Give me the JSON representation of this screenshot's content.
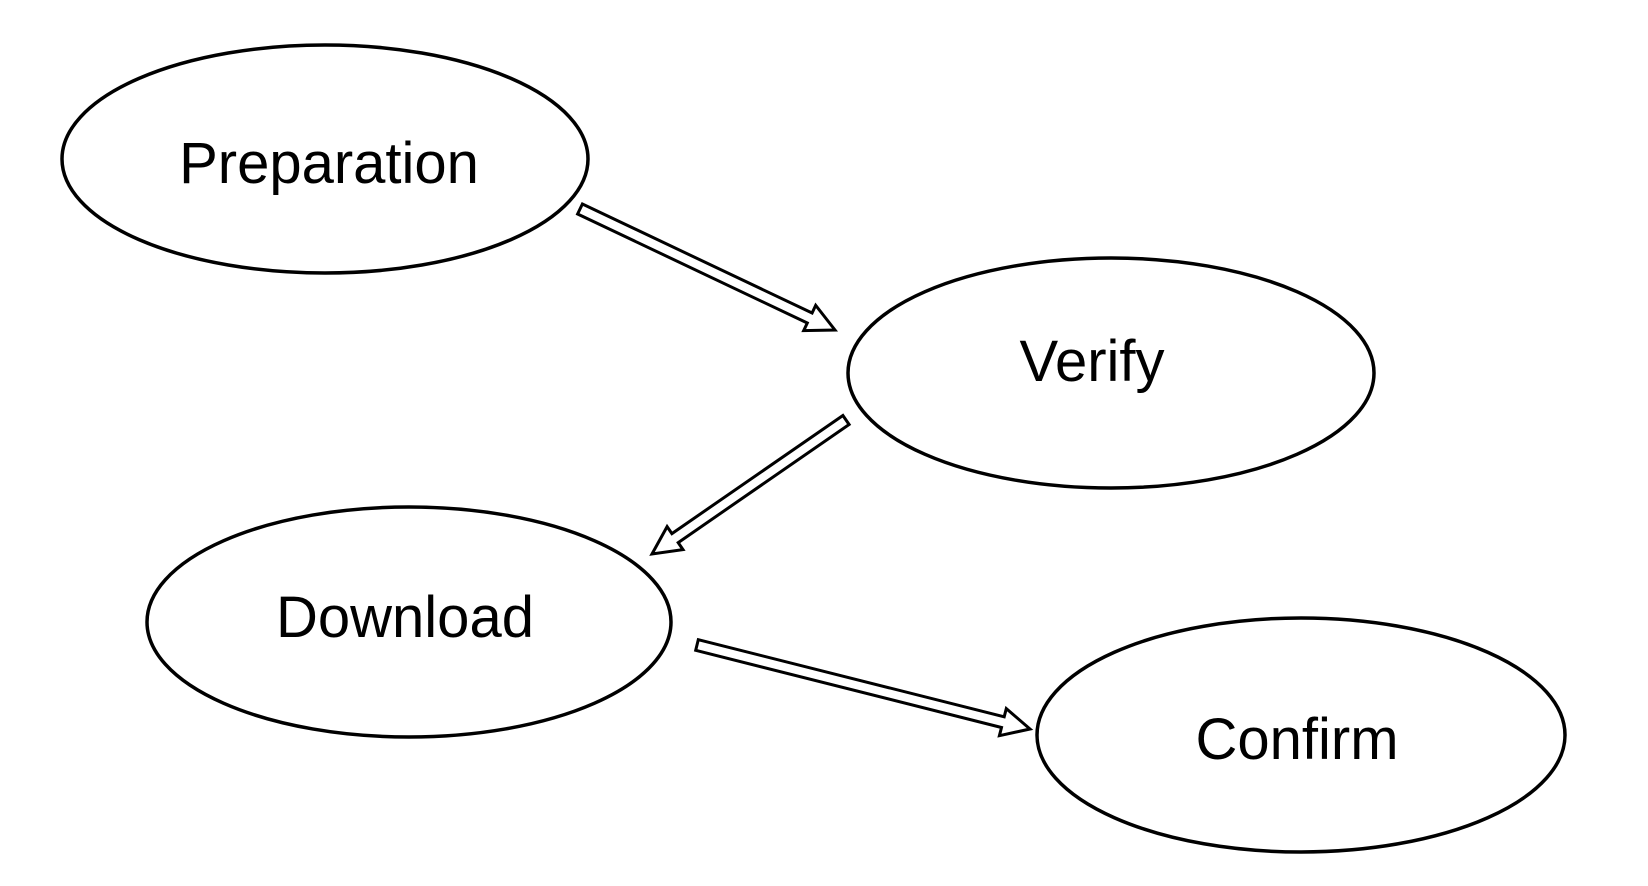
{
  "diagram": {
    "nodes": [
      {
        "id": "preparation",
        "label": "Preparation"
      },
      {
        "id": "verify",
        "label": "Verify"
      },
      {
        "id": "download",
        "label": "Download"
      },
      {
        "id": "confirm",
        "label": "Confirm"
      }
    ],
    "edges": [
      {
        "from": "preparation",
        "to": "verify"
      },
      {
        "from": "verify",
        "to": "download"
      },
      {
        "from": "download",
        "to": "confirm"
      }
    ],
    "colors": {
      "line": "#000000",
      "node_fill": "#ffffff",
      "text": "#000000",
      "background": "#ffffff"
    }
  }
}
